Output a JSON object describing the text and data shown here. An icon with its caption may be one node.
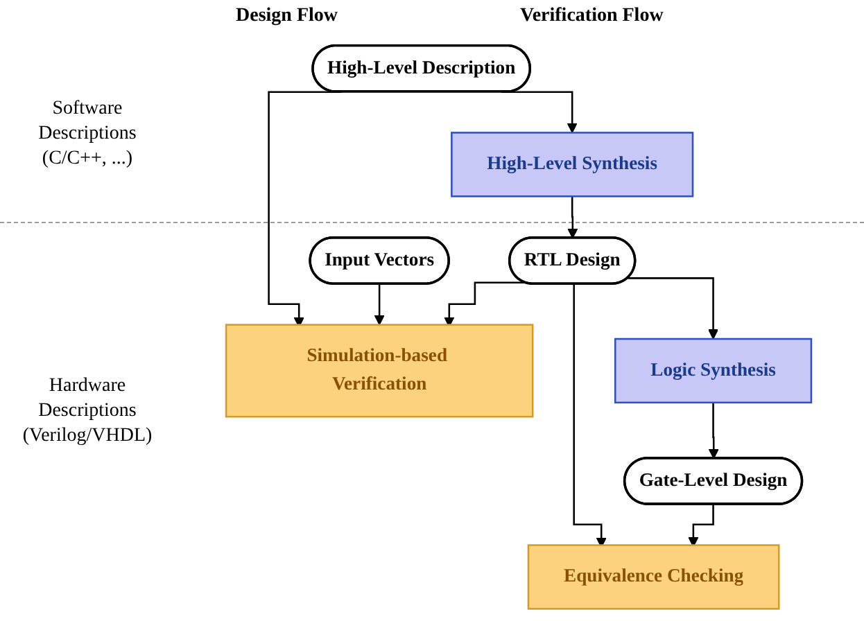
{
  "diagram": {
    "nodes": [
      {
        "text": [
          "High-Level Description"
        ]
      },
      {
        "text": [
          "Input Vectors"
        ]
      },
      {
        "text": [
          "High-Level Synthesis"
        ]
      },
      {
        "text": [
          "Simulation-based Verification"
        ]
      },
      {
        "text": [
          "RTL Design"
        ]
      },
      {
        "text": [
          "Logic Synthesis"
        ]
      },
      {
        "text": [
          "Equivalence Checking"
        ]
      },
      {
        "text": [
          "Gate-Level Design"
        ]
      }
    ],
    "edges": [
      {
        "from": 0,
        "to": 2,
        "arrow": "to"
      },
      {
        "from": 0,
        "to": 3,
        "arrow": "to"
      },
      {
        "from": 1,
        "to": 3,
        "arrow": "to"
      },
      {
        "from": 2,
        "to": 4,
        "arrow": "to"
      },
      {
        "from": 4,
        "to": 3,
        "arrow": "to"
      },
      {
        "from": 4,
        "to": 5,
        "arrow": "to"
      },
      {
        "from": 4,
        "to": 6,
        "arrow": "to"
      },
      {
        "from": 5,
        "to": 7,
        "arrow": "to"
      },
      {
        "from": 7,
        "to": 6,
        "arrow": "to"
      }
    ],
    "labels": [
      "Design Flow",
      "Verification Flow",
      "Software Descriptions (C/C++, ...)",
      "Hardware Descriptions (Verilog/VHDL)"
    ]
  }
}
